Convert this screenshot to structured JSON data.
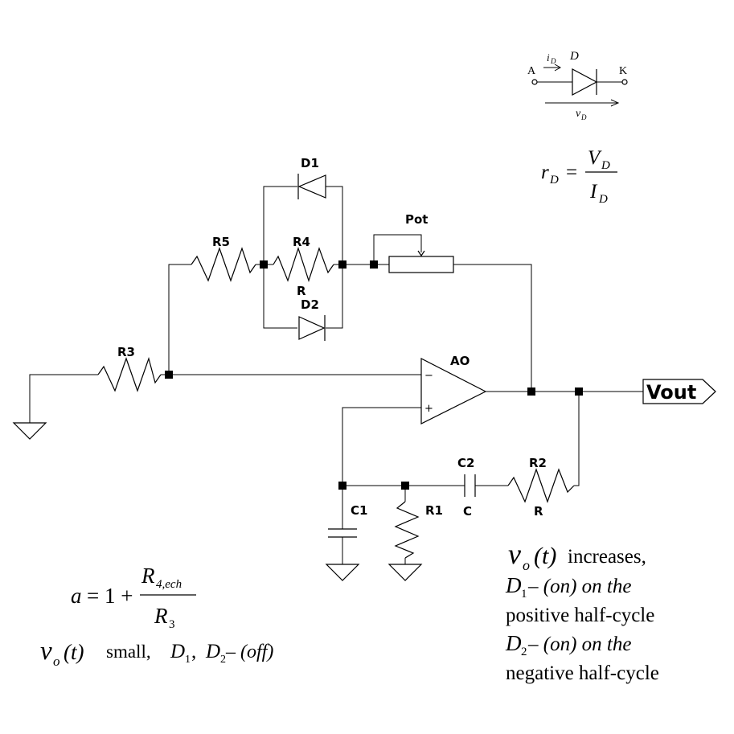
{
  "labels": {
    "d1": "D1",
    "d2": "D2",
    "r3": "R3",
    "r4": "R4",
    "r5": "R5",
    "r_mid": "R",
    "pot": "Pot",
    "ao": "AO",
    "c1": "C1",
    "r1": "R1",
    "c2": "C2",
    "c_val": "C",
    "r2": "R2",
    "r_val": "R",
    "vout": "Vout"
  },
  "opamp_signs": {
    "minus": "−",
    "plus": "+"
  },
  "diode_symbol": {
    "anode": "A",
    "cathode": "K",
    "current": "i",
    "current_sub": "D",
    "name": "D",
    "voltage": "v",
    "voltage_sub": "D"
  },
  "equations": {
    "rd_r": "r",
    "rd_sub": "D",
    "rd_eq": "=",
    "rd_num": "V",
    "rd_num_sub": "D",
    "rd_den": "I",
    "rd_den_sub": "D",
    "gain_a": "a",
    "gain_eq": "= 1 +",
    "gain_num": "R",
    "gain_num_sub": "4,ech",
    "gain_den": "R",
    "gain_den_sub": "3",
    "small_v": "v",
    "small_v_sub": "o",
    "small_t": "(t)",
    "small_word": "small,",
    "small_d1": "D",
    "small_d1_sub": "1",
    "small_comma": ",",
    "small_d2": "D",
    "small_d2_sub": "2",
    "small_state": " – (off)"
  },
  "notes": {
    "line1_v": "v",
    "line1_sub": "o",
    "line1_t": "(t)",
    "line1_rest": "increases,",
    "line2_d": "D",
    "line2_sub": "1",
    "line2_rest": " – (on) on the",
    "line3": "positive half-cycle",
    "line4_d": "D",
    "line4_sub": "2",
    "line4_rest": " – (on) on the",
    "line5": "negative half-cycle"
  }
}
